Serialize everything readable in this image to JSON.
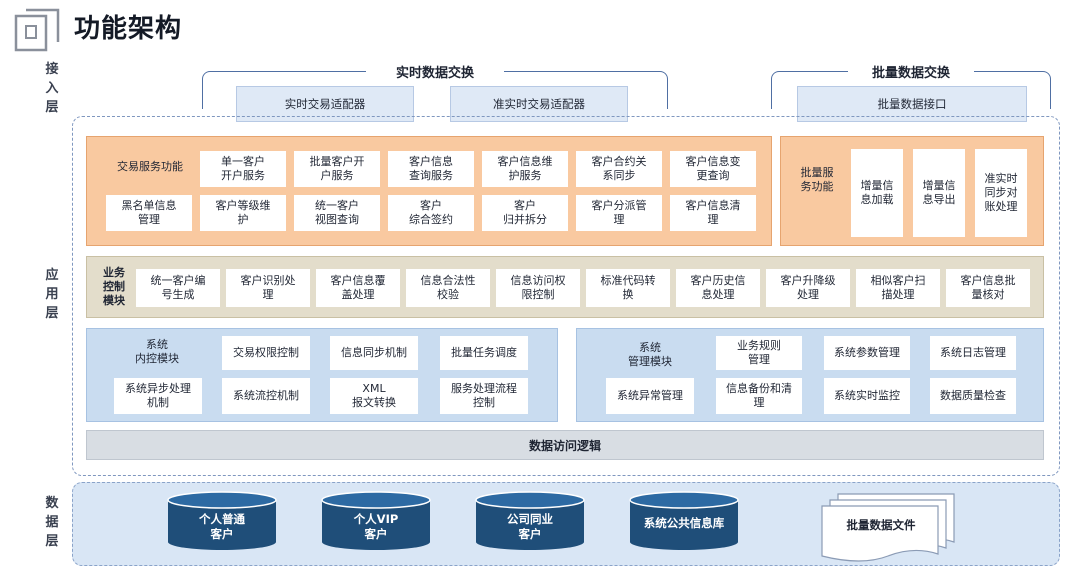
{
  "title": "功能架构",
  "layers": {
    "access": "接入层",
    "app": "应用层",
    "data": "数据层"
  },
  "access": {
    "realtime": {
      "label": "实时数据交换",
      "adapters": [
        "实时交易适配器",
        "准实时交易适配器"
      ]
    },
    "batch": {
      "label": "批量数据交换",
      "adapters": [
        "批量数据接口"
      ]
    }
  },
  "trade": {
    "label": "交易服务功能",
    "items": [
      "单一客户\n开户服务",
      "批量客户开\n户服务",
      "客户信息\n查询服务",
      "客户信息维\n护服务",
      "客户合约关\n系同步",
      "客户信息变\n更查询",
      "黑名单信息\n管理",
      "客户等级维\n护",
      "统一客户\n视图查询",
      "客户\n综合签约",
      "客户\n归并拆分",
      "客户分派管\n理",
      "客户信息清\n理"
    ]
  },
  "batchfunc": {
    "label": "批量服\n务功能",
    "items": [
      "增量信\n息加载",
      "增量信\n息导出",
      "准实时\n同步对\n账处理"
    ]
  },
  "bizctrl": {
    "label": "业务\n控制\n模块",
    "items": [
      "统一客户编\n号生成",
      "客户识别处\n理",
      "客户信息覆\n盖处理",
      "信息合法性\n校验",
      "信息访问权\n限控制",
      "标准代码转\n换",
      "客户历史信\n息处理",
      "客户升降级\n处理",
      "相似客户扫\n描处理",
      "客户信息批\n量核对"
    ]
  },
  "sysctrl": {
    "label": "系统\n内控模块",
    "items": [
      "交易权限控制",
      "信息同步机制",
      "批量任务调度",
      "系统异步处理\n机制",
      "系统流控机制",
      "XML\n报文转换",
      "服务处理流程\n控制"
    ]
  },
  "sysmgmt": {
    "label": "系统\n管理模块",
    "items": [
      "业务规则\n管理",
      "系统参数管理",
      "系统日志管理",
      "系统异常管理",
      "信息备份和清\n理",
      "系统实时监控",
      "数据质量检查"
    ]
  },
  "dao": "数据访问逻辑",
  "datastores": [
    "个人普通\n客户",
    "个人VIP\n客户",
    "公司同业\n客户",
    "系统公共信息库"
  ],
  "batchfile": "批量数据文件",
  "colors": {
    "orange": "#f9c9a0",
    "tan": "#e3ddcb",
    "blue": "#c9dcf0",
    "cylinder": "#1f4e79",
    "accent": "#4f6fa3"
  }
}
